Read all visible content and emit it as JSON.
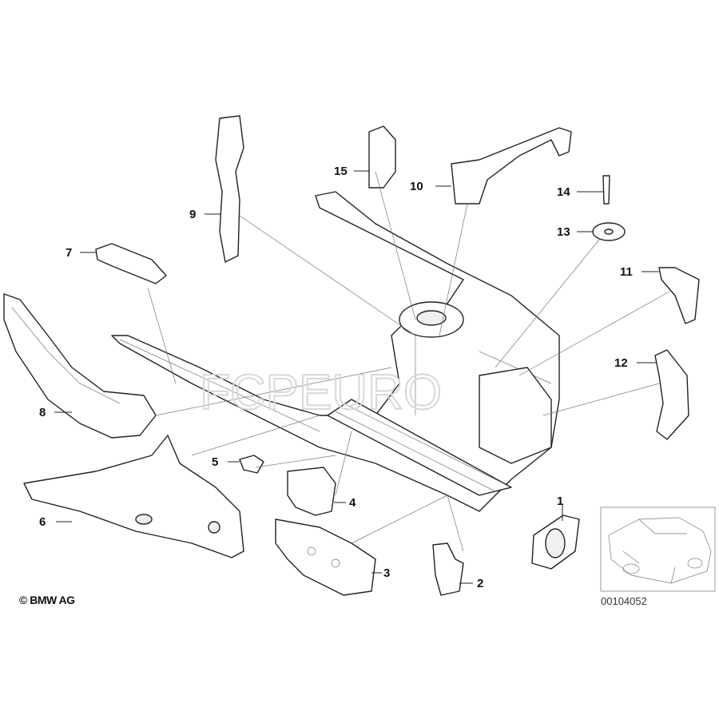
{
  "copyright": "© BMW AG",
  "diagram_code": "00104052",
  "watermark": "FCPEURO",
  "callouts": [
    "1",
    "2",
    "3",
    "4",
    "5",
    "6",
    "7",
    "8",
    "9",
    "10",
    "11",
    "12",
    "13",
    "14",
    "15"
  ]
}
